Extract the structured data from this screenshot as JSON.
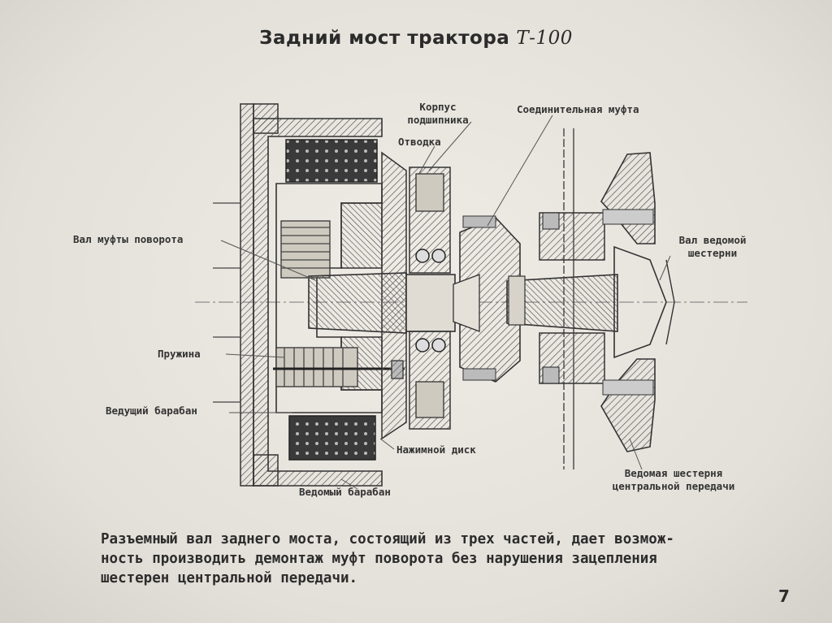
{
  "title": {
    "main": "Задний мост трактора",
    "model": "Т-100"
  },
  "labels": {
    "korpus_1": "Корпус",
    "korpus_2": "подшипника",
    "otvodka": "Отводка",
    "soedinitelnaya": "Соединительная муфта",
    "val_mufty": "Вал муфты поворота",
    "val_vedomoy_1": "Вал ведомой",
    "val_vedomoy_2": "шестерни",
    "pruzhina": "Пружина",
    "vedushchiy": "Ведущий барабан",
    "nazhimnoy": "Нажимной диск",
    "vedomaya_1": "Ведомая шестерня",
    "vedomaya_2": "центральной передачи",
    "vedomyy_baraban": "Ведомый барабан"
  },
  "caption": {
    "line1": "Разъемный вал заднего моста, состоящий из трех частей, дает возмож-",
    "line2": "ность производить демонтаж муфт поворота без нарушения зацепления",
    "line3": "шестерен центральной передачи."
  },
  "page_number": "7"
}
